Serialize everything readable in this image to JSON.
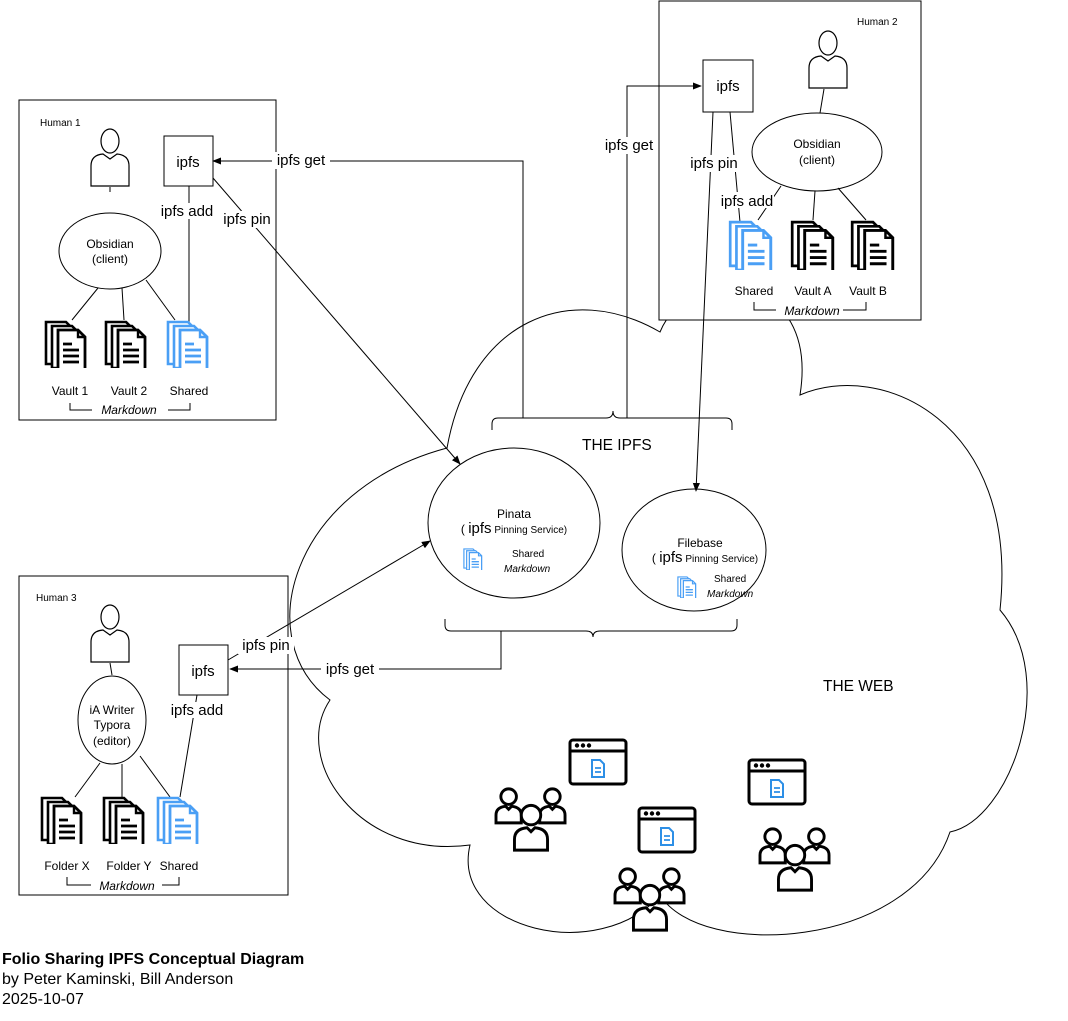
{
  "humans": {
    "h1": {
      "label": "Human 1",
      "client": [
        "Obsidian",
        "(client)"
      ],
      "ipfs": "ipfs",
      "ipfs_add": "ipfs add",
      "folders": [
        "Vault 1",
        "Vault 2",
        "Shared"
      ],
      "markdown": "Markdown"
    },
    "h2": {
      "label": "Human 2",
      "client": [
        "Obsidian",
        "(client)"
      ],
      "ipfs": "ipfs",
      "ipfs_add": "ipfs add",
      "ipfs_pin": "ipfs pin",
      "folders": [
        "Shared",
        "Vault A",
        "Vault B"
      ],
      "markdown": "Markdown"
    },
    "h3": {
      "label": "Human 3",
      "client": [
        "iA Writer",
        "Typora",
        "(editor)"
      ],
      "ipfs": "ipfs",
      "ipfs_add": "ipfs add",
      "folders": [
        "Folder X",
        "Folder Y",
        "Shared"
      ],
      "markdown": "Markdown"
    }
  },
  "edges": {
    "h1_get": "ipfs get",
    "h1_pin": "ipfs pin",
    "h2_get": "ipfs get",
    "h3_pin": "ipfs pin",
    "h3_get": "ipfs get"
  },
  "cloud": {
    "ipfs_label": "THE IPFS",
    "web_label": "THE WEB",
    "pinata": {
      "name": "Pinata",
      "service_prefix": "( ",
      "service_ipfs": "ipfs",
      "service_suffix": " Pinning Service)",
      "shared": "Shared",
      "markdown": "Markdown"
    },
    "filebase": {
      "name": "Filebase",
      "service_prefix": "( ",
      "service_ipfs": "ipfs",
      "service_suffix": " Pinning Service)",
      "shared": "Shared",
      "markdown": "Markdown"
    }
  },
  "colors": {
    "shared_doc": "#4a9ff5",
    "ink": "#000000",
    "browser_doc": "#2d8fe6"
  },
  "footer": {
    "title": "Folio Sharing IPFS Conceptual Diagram",
    "authors": "by Peter Kaminski, Bill Anderson",
    "date": "2025-10-07"
  }
}
